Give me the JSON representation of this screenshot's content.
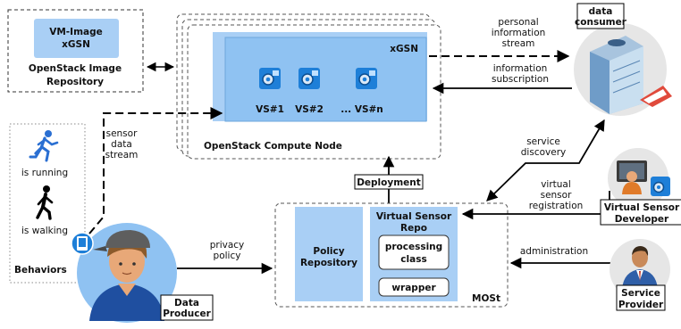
{
  "image_repo": {
    "vm_image_line1": "VM-Image",
    "vm_image_line2": "xGSN",
    "title_line1": "OpenStack Image",
    "title_line2": "Repository"
  },
  "compute_node": {
    "title": "OpenStack Compute Node",
    "xgsn": "xGSN",
    "sensors": [
      "VS#1",
      "VS#2",
      "... VS#n"
    ]
  },
  "flows": {
    "personal_stream": [
      "personal",
      "information",
      "stream"
    ],
    "info_subscription": [
      "information",
      "subscription"
    ],
    "sensor_stream": [
      "sensor",
      "data",
      "stream"
    ],
    "service_discovery": [
      "service",
      "discovery"
    ],
    "vs_registration": [
      "virtual",
      "sensor",
      "registration"
    ],
    "administration": "administration",
    "privacy_policy": [
      "privacy",
      "policy"
    ]
  },
  "consumer": {
    "line1": "data",
    "line2": "consumer"
  },
  "behaviors": {
    "running": "is running",
    "walking": "is walking",
    "title": "Behaviors"
  },
  "producer": {
    "line1": "Data",
    "line2": "Producer"
  },
  "deployment": "Deployment",
  "most": {
    "title": "MOSt",
    "policy_line1": "Policy",
    "policy_line2": "Repository",
    "vsr_line1": "Virtual Sensor",
    "vsr_line2": "Repo",
    "processing_line1": "processing",
    "processing_line2": "class",
    "wrapper": "wrapper"
  },
  "developer": {
    "line1": "Virtual Sensor",
    "line2": "Developer"
  },
  "provider": {
    "line1": "Service",
    "line2": "Provider"
  },
  "colors": {
    "panel_blue": "#a9cff5",
    "box_blue": "#8fc2f2",
    "accent_blue": "#1e7fd8",
    "dark_blue": "#1f4fa0",
    "skin": "#e8a878",
    "gray_circle": "#e6e6e6"
  }
}
